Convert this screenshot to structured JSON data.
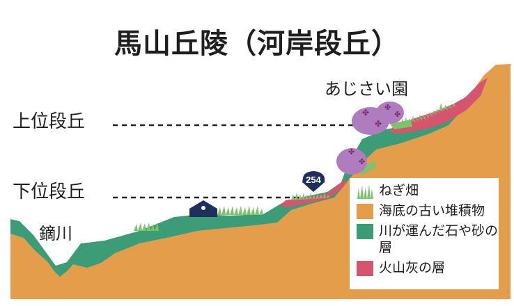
{
  "title": "馬山丘陵（河岸段丘）",
  "labels": {
    "upper_terrace": "上位段丘",
    "lower_terrace": "下位段丘",
    "river": "鏑川",
    "hydrangea_garden": "あじさい園",
    "route_number": "254"
  },
  "legend": [
    {
      "key": "onion",
      "label": "ねぎ畑"
    },
    {
      "key": "sea_bottom",
      "label": "海底の古い堆積物"
    },
    {
      "key": "river_gravel",
      "label": "川が運んだ石や砂の層"
    },
    {
      "key": "volcanic_ash",
      "label": "火山灰の層"
    }
  ],
  "colors": {
    "sea_bottom": "#e39d4b",
    "river_gravel": "#3c9c77",
    "volcanic_ash": "#d5556e",
    "onion": "#7cc36a",
    "hydrangea": "#b07cc0",
    "route_sign": "#1f2f5c"
  }
}
